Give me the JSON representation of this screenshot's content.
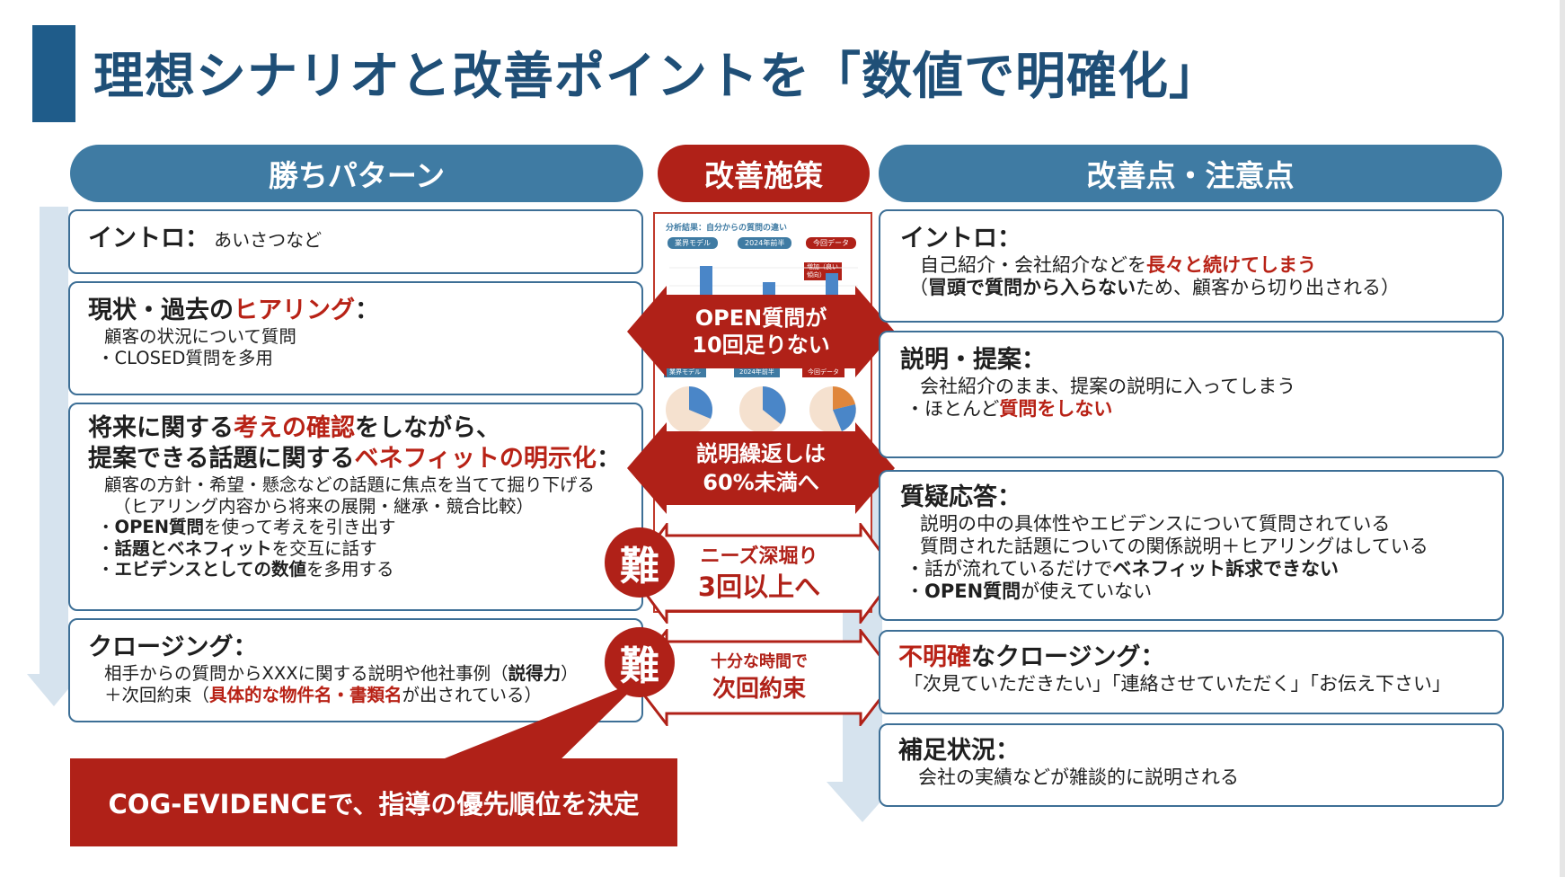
{
  "title": "理想シナリオと改善ポイントを「数値で明確化」",
  "headers": {
    "left": "勝ちパターン",
    "center": "改善施策",
    "right": "改善点・注意点"
  },
  "left": {
    "b1": {
      "title": "イントロ",
      "colon": "：",
      "note": "あいさつなど"
    },
    "b2": {
      "t1": "現状・過去の",
      "t2": "ヒアリング",
      "t3": "：",
      "l1": "顧客の状況について質問",
      "l2": "・CLOSED質問を多用"
    },
    "b3": {
      "a1": "将来に関する",
      "a2": "考えの確認",
      "a3": "をしながら、",
      "b1": "提案できる話題に関する",
      "b2": "ベネフィットの明示化",
      "b3": "：",
      "l1": "顧客の方針・希望・懸念などの話題に焦点を当てて掘り下げる",
      "l2": "（ヒアリング内容から将来の展開・継承・競合比較）",
      "l3a": "・",
      "l3b": "OPEN質問",
      "l3c": "を使って考えを引き出す",
      "l4a": "・",
      "l4b": "話題とベネフィット",
      "l4c": "を交互に話す",
      "l5a": "・",
      "l5b": "エビデンスとしての数値",
      "l5c": "を多用する"
    },
    "b4": {
      "title": "クロージング",
      "colon": "：",
      "l1a": "相手からの質問からXXXに関する説明や他社事例（",
      "l1b": "説得力",
      "l1c": "）",
      "l2a": "＋次回約束（",
      "l2b": "具体的な物件名・書類名",
      "l2c": "が出されている）"
    }
  },
  "center": {
    "thumb": {
      "title": "分析結果：自分からの質問の違い",
      "tag1": "業界モデル",
      "tag2": "2024年前半",
      "tag3": "今回データ",
      "callout": "増加（良い傾向）",
      "pie_tag1": "業界モデル",
      "pie_tag2": "2024年前半",
      "pie_tag3": "今回データ"
    },
    "a1": {
      "l1": "OPEN質問が",
      "l2": "10回足りない"
    },
    "a2": {
      "l1": "説明繰返しは",
      "l2": "60%未満へ"
    },
    "a3": {
      "badge": "難",
      "l1": "ニーズ深堀り",
      "l2": "3回以上へ"
    },
    "a4": {
      "badge": "難",
      "l1": "十分な時間で",
      "l2": "次回約束"
    },
    "banner": "COG-EVIDENCEで、指導の優先順位を決定"
  },
  "right": {
    "b1": {
      "title": "イントロ",
      "colon": "：",
      "l1a": "自己紹介・会社紹介などを",
      "l1b": "長々と続けてしまう",
      "l2a": "（",
      "l2b": "冒頭で質問から入らない",
      "l2c": "ため、顧客から切り出される）"
    },
    "b2": {
      "title": "説明・提案",
      "colon": "：",
      "l1": "会社紹介のまま、提案の説明に入ってしまう",
      "l2a": "・ほとんど",
      "l2b": "質問をしない"
    },
    "b3": {
      "title": "質疑応答",
      "colon": "：",
      "l1": "説明の中の具体性やエビデンスについて質問されている",
      "l2": "質問された話題についての関係説明＋ヒアリングはしている",
      "l3a": "・話が流れているだけで",
      "l3b": "ベネフィット訴求できない",
      "l4a": "・",
      "l4b": "OPEN質問",
      "l4c": "が使えていない"
    },
    "b4": {
      "t1": "不明確",
      "t2": "なクロージング",
      "colon": "：",
      "l1": "「次見ていただきたい」「連絡させていただく」「お伝え下さい」"
    },
    "b5": {
      "title": "補足状況",
      "colon": "：",
      "l1": "会社の実績などが雑談的に説明される"
    }
  },
  "colors": {
    "navy": "#1f4f77",
    "blue": "#3f7ba3",
    "red": "#b02118"
  }
}
